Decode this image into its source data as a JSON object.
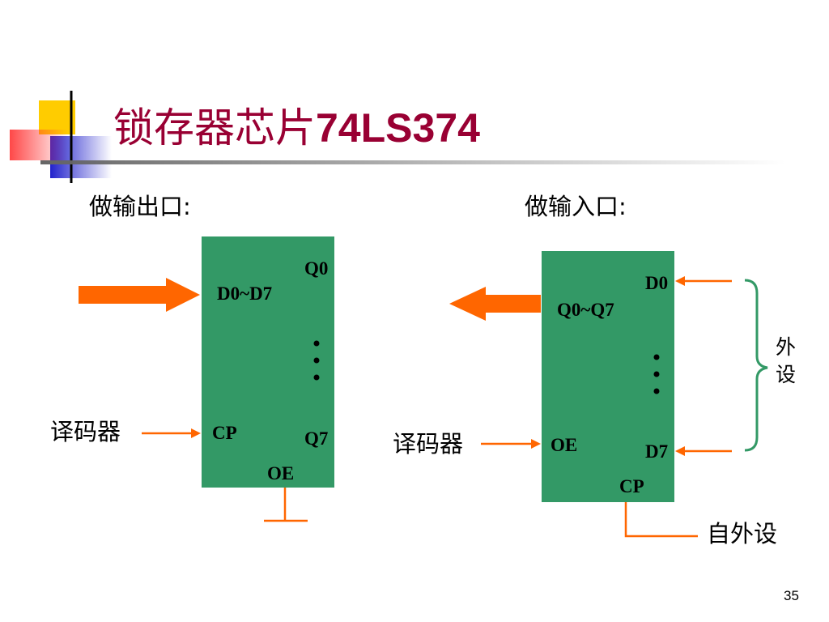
{
  "slide": {
    "title_cn": "锁存器芯片",
    "title_latin": "74LS374",
    "page_number": "35"
  },
  "output_port": {
    "heading": "做输出口:",
    "data_inputs": "D0~D7",
    "pin_q0": "Q0",
    "pin_q7": "Q7",
    "pin_cp": "CP",
    "pin_oe": "OE",
    "decoder": "译码器"
  },
  "input_port": {
    "heading": "做输入口:",
    "data_outputs": "Q0~Q7",
    "pin_d0": "D0",
    "pin_d7": "D7",
    "pin_oe": "OE",
    "pin_cp": "CP",
    "decoder": "译码器",
    "peripheral_char1": "外",
    "peripheral_char2": "设",
    "from_peripheral": "自外设"
  },
  "colors": {
    "title": "#990033",
    "chip": "#339966",
    "arrow": "#ff6600",
    "brace": "#339966"
  }
}
